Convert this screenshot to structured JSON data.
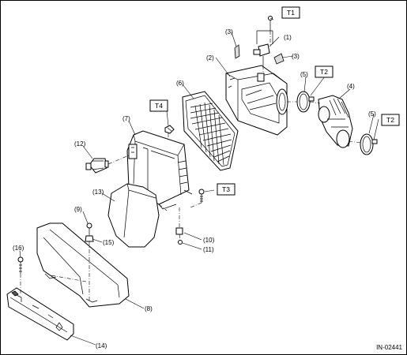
{
  "diagram": {
    "callouts": {
      "c1": "(1)",
      "c2": "(2)",
      "c3a": "(3)",
      "c3b": "(3)",
      "c4": "(4)",
      "c5a": "(5)",
      "c5b": "(5)",
      "c6": "(6)",
      "c7": "(7)",
      "c8": "(8)",
      "c9": "(9)",
      "c10": "(10)",
      "c11": "(11)",
      "c12": "(12)",
      "c13": "(13)",
      "c14": "(14)",
      "c15": "(15)",
      "c16": "(16)"
    },
    "torque_tags": {
      "t1": "T1",
      "t2a": "T2",
      "t2b": "T2",
      "t3": "T3",
      "t4": "T4"
    },
    "figure_code": "IN-02441"
  }
}
